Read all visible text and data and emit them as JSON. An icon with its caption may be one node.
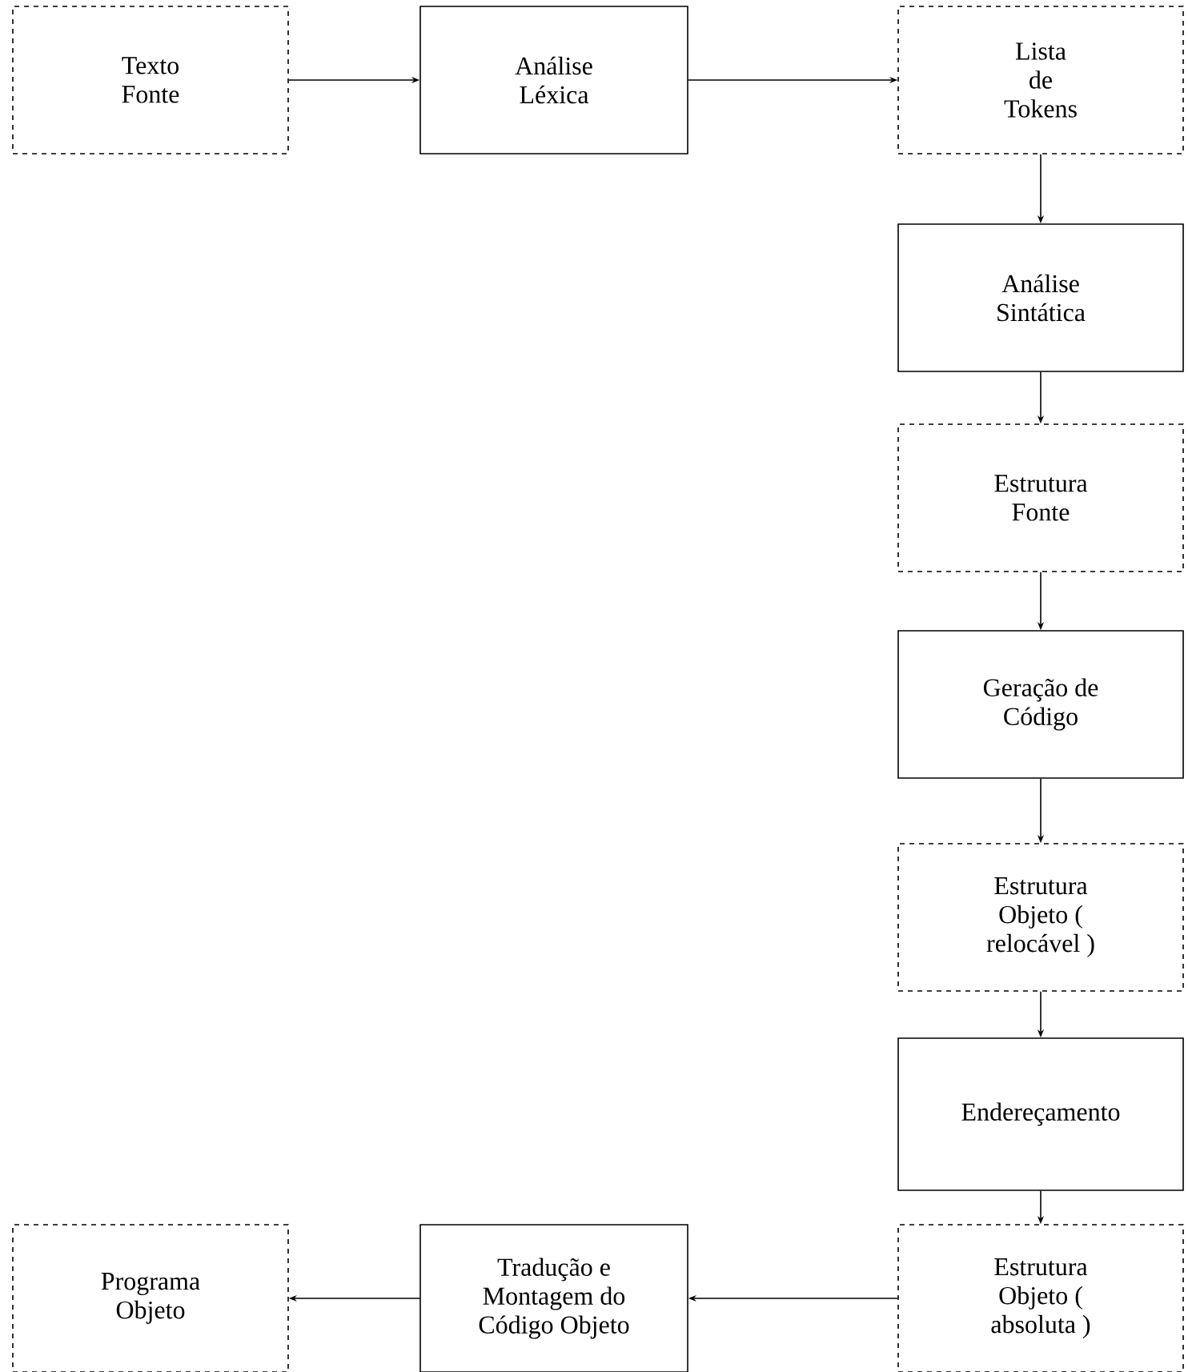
{
  "diagram": {
    "nodes": [
      {
        "text": [
          "Texto Fonte"
        ]
      },
      {
        "text": [
          "Análise Léxica"
        ]
      },
      {
        "text": [
          "Lista de Tokens"
        ]
      },
      {
        "text": [
          "Análise Sintática"
        ]
      },
      {
        "text": [
          "Estrutura Fonte"
        ]
      },
      {
        "text": [
          "Geração de Código"
        ]
      },
      {
        "text": [
          "Estrutura Objeto ( relocável )"
        ]
      },
      {
        "text": [
          "Endereçamento"
        ]
      },
      {
        "text": [
          "Estrutura Objeto ( absoluta )"
        ]
      },
      {
        "text": [
          "Tradução e Montagem do Código Objeto"
        ]
      },
      {
        "text": [
          "Programa Objeto"
        ]
      }
    ],
    "edges": [
      {
        "from": 0,
        "to": 1,
        "arrow": "to"
      },
      {
        "from": 1,
        "to": 2,
        "arrow": "to"
      },
      {
        "from": 2,
        "to": 3,
        "arrow": "to"
      },
      {
        "from": 3,
        "to": 4,
        "arrow": "to"
      },
      {
        "from": 4,
        "to": 5,
        "arrow": "to"
      },
      {
        "from": 5,
        "to": 6,
        "arrow": "to"
      },
      {
        "from": 6,
        "to": 7,
        "arrow": "to"
      },
      {
        "from": 7,
        "to": 8,
        "arrow": "to"
      },
      {
        "from": 8,
        "to": 9,
        "arrow": "to"
      },
      {
        "from": 9,
        "to": 10,
        "arrow": "to"
      }
    ]
  }
}
